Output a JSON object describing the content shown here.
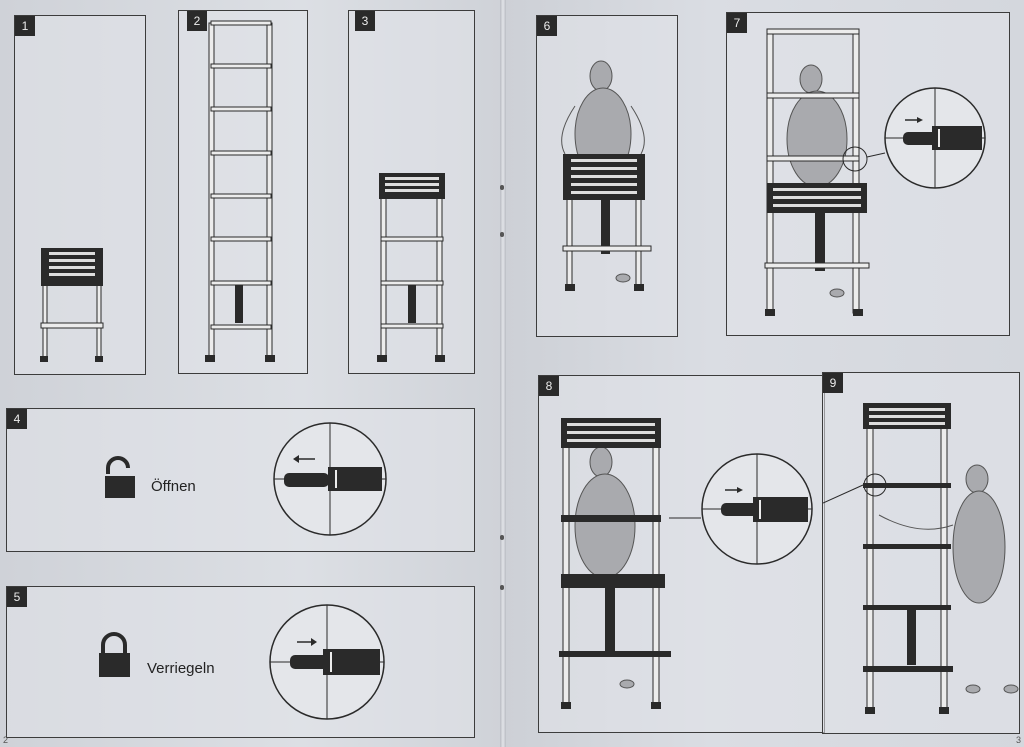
{
  "panels": [
    {
      "number": "1"
    },
    {
      "number": "2"
    },
    {
      "number": "3"
    },
    {
      "number": "4",
      "label": "Öffnen"
    },
    {
      "number": "5",
      "label": "Verriegeln"
    },
    {
      "number": "6"
    },
    {
      "number": "7"
    },
    {
      "number": "8"
    },
    {
      "number": "9"
    }
  ],
  "page_numbers": {
    "left": "2",
    "right": "3"
  },
  "colors": {
    "ink": "#2a2a2a",
    "figure": "#a9aaae",
    "paper": "#dadde3"
  },
  "icons": [
    "open-padlock-icon",
    "closed-padlock-icon",
    "arrow-left-icon",
    "arrow-right-icon"
  ]
}
